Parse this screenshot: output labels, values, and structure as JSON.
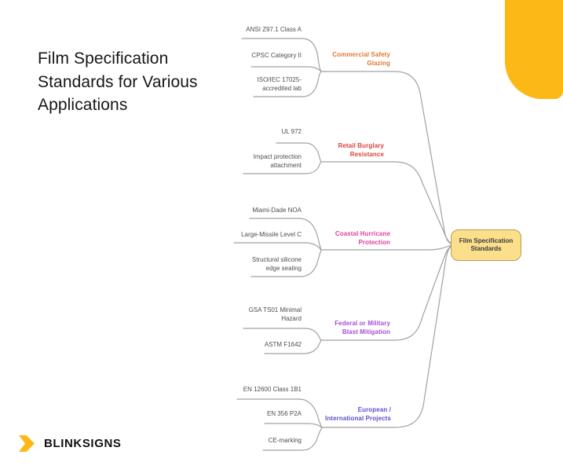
{
  "title": "Film Specification Standards for Various Applications",
  "logo": {
    "brand": "BLINKSIGNS",
    "chevron_icon": "chevron-right-icon",
    "chevron_color": "#FBB817"
  },
  "accent": {
    "color": "#FBB817"
  },
  "mindmap": {
    "line_color": "#A1A1A1",
    "leaf_text_color": "#4E4E4E",
    "root": {
      "label": "Film Specification Standards",
      "fill": "#FBDF8B",
      "border_color": "#B59C51"
    },
    "branches": [
      {
        "label": "Commercial Safety Glazing",
        "label_lines": [
          "Commercial Safety",
          "Glazing"
        ],
        "color": "#E0772F",
        "leaves": [
          {
            "lines": [
              "ANSI Z97.1 Class A",
              ""
            ]
          },
          {
            "lines": [
              "CPSC Category II",
              ""
            ]
          },
          {
            "lines": [
              "ISO/IEC 17025-",
              "accredited lab"
            ]
          }
        ]
      },
      {
        "label": "Retail Burglary Resistance",
        "label_lines": [
          "Retail Burglary",
          "Resistance"
        ],
        "color": "#D9423A",
        "leaves": [
          {
            "lines": [
              "UL 972",
              ""
            ]
          },
          {
            "lines": [
              "Impact protection",
              "attachment"
            ]
          }
        ]
      },
      {
        "label": "Coastal Hurricane Protection",
        "label_lines": [
          "Coastal Hurricane",
          "Protection"
        ],
        "color": "#DE3F9E",
        "leaves": [
          {
            "lines": [
              "Miami-Dade NOA",
              ""
            ]
          },
          {
            "lines": [
              "Large-Missile Level C",
              ""
            ]
          },
          {
            "lines": [
              "Structural silicone",
              "edge sealing"
            ]
          }
        ]
      },
      {
        "label": "Federal or Military Blast Mitigation",
        "label_lines": [
          "Federal or Military",
          "Blast Mitigation"
        ],
        "color": "#A64CD9",
        "leaves": [
          {
            "lines": [
              "GSA TS01 Minimal",
              "Hazard"
            ]
          },
          {
            "lines": [
              "ASTM F1642",
              ""
            ]
          }
        ]
      },
      {
        "label": "European / International Projects",
        "label_lines": [
          "European /",
          "International Projects"
        ],
        "color": "#5C50D0",
        "leaves": [
          {
            "lines": [
              "EN 12600 Class 1B1",
              ""
            ]
          },
          {
            "lines": [
              "EN 356 P2A",
              ""
            ]
          },
          {
            "lines": [
              "CE-marking",
              ""
            ]
          }
        ]
      }
    ]
  }
}
